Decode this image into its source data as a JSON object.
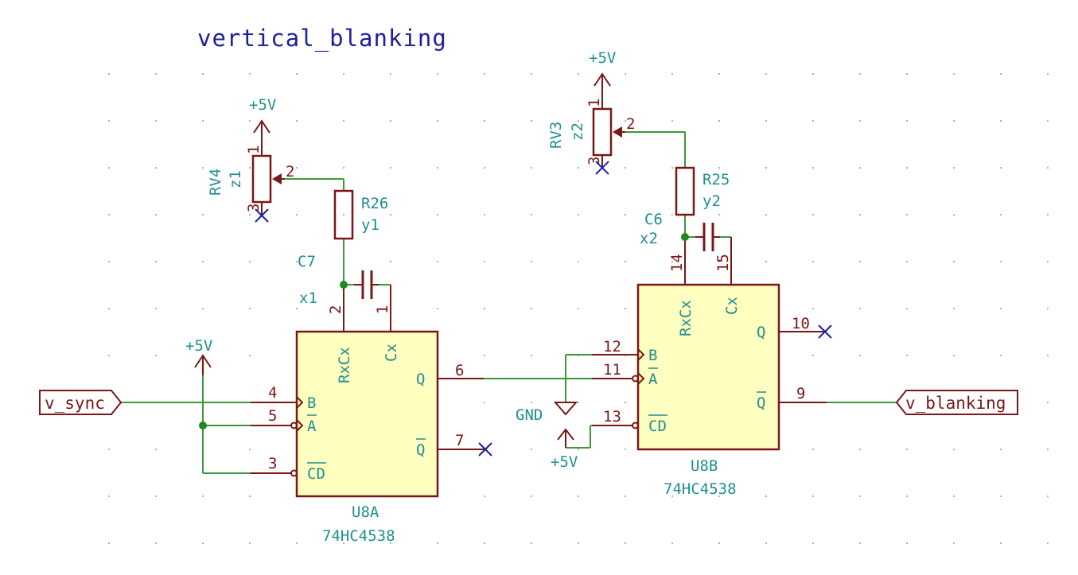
{
  "sheet_title": "vertical_blanking",
  "colors": {
    "wire": "#3a9a3a",
    "component": "#7a1717",
    "ic_fill": "#ffffc0",
    "reference_text": "#1f8f8f",
    "no_connect": "#1e1e9e",
    "title": "#1e1e9e"
  },
  "labels": {
    "input": "v_sync",
    "output": "v_blanking"
  },
  "power": {
    "vcc": "+5V",
    "gnd": "GND"
  },
  "u8a": {
    "ref": "U8A",
    "value": "74HC4538",
    "pins": {
      "b": {
        "num": "4",
        "name": "B"
      },
      "a": {
        "num": "5",
        "name": "A"
      },
      "cd": {
        "num": "3",
        "name": "CD"
      },
      "q": {
        "num": "6",
        "name": "Q"
      },
      "qbar": {
        "num": "7",
        "name": "Q"
      },
      "rxcx": {
        "num": "2",
        "name": "RxCx"
      },
      "cx": {
        "num": "1",
        "name": "Cx"
      }
    }
  },
  "u8b": {
    "ref": "U8B",
    "value": "74HC4538",
    "pins": {
      "b": {
        "num": "12",
        "name": "B"
      },
      "a": {
        "num": "11",
        "name": "A"
      },
      "cd": {
        "num": "13",
        "name": "CD"
      },
      "q": {
        "num": "10",
        "name": "Q"
      },
      "qbar": {
        "num": "9",
        "name": "Q"
      },
      "rxcx": {
        "num": "14",
        "name": "RxCx"
      },
      "cx": {
        "num": "15",
        "name": "Cx"
      }
    }
  },
  "rv4": {
    "ref": "RV4",
    "value": "z1",
    "pin1": "1",
    "pin2": "2",
    "pin3": "3"
  },
  "rv3": {
    "ref": "RV3",
    "value": "z2",
    "pin1": "1",
    "pin2": "2",
    "pin3": "3"
  },
  "r26": {
    "ref": "R26",
    "value": "y1"
  },
  "r25": {
    "ref": "R25",
    "value": "y2"
  },
  "c7": {
    "ref": "C7",
    "value": "x1"
  },
  "c6": {
    "ref": "C6",
    "value": "x2"
  }
}
